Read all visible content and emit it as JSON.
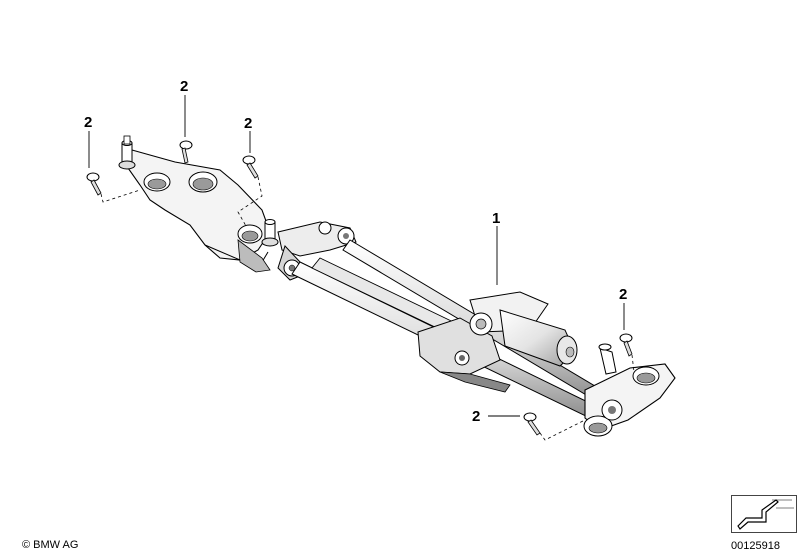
{
  "callouts": {
    "assembly_label": "1",
    "screw_label": "2"
  },
  "footer": {
    "copyright": "© BMW AG",
    "document_number": "00125918"
  },
  "colors": {
    "line": "#000000",
    "part_fill": "#ffffff",
    "shade_light": "#e6e6e6",
    "shade_mid": "#bdbdbd",
    "shade_dark": "#7a7a7a"
  },
  "icons": {
    "navigation": "diagonal-arrow-icon"
  }
}
